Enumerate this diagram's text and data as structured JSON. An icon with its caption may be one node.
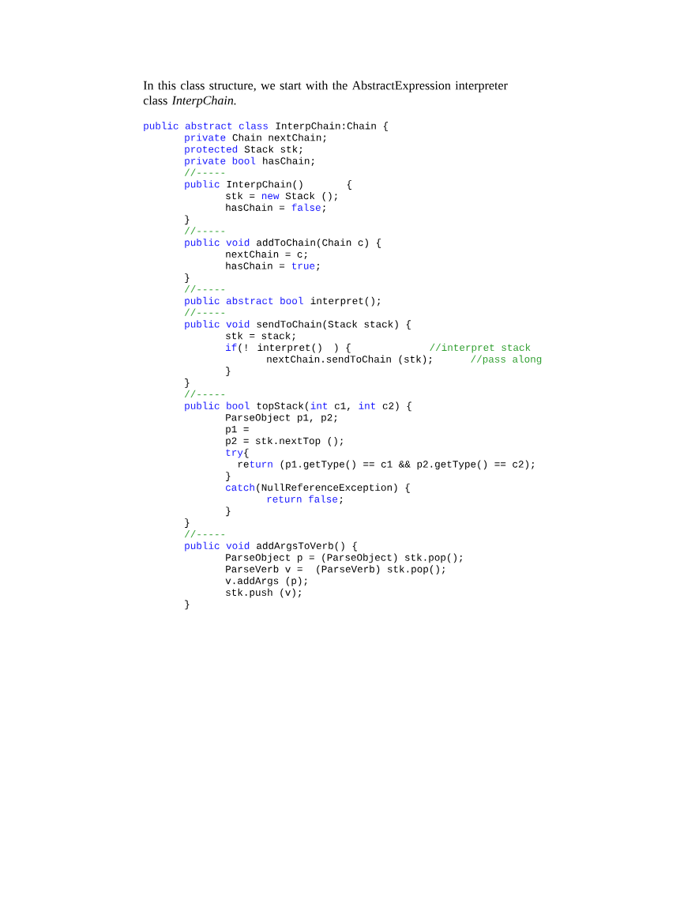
{
  "diagram": {
    "labels": [
      "In this class structure, we start with the AbstractExpression interpreter class *InterpChain.*",
      "public abstract class",
      "InterpChain:Chain {",
      "private",
      "Chain nextChain;",
      "protected",
      "Stack stk;",
      "private bool",
      "hasChain;",
      "//-----",
      "public",
      "InterpChain()",
      "{",
      "stk =",
      "new",
      "Stack ();",
      "hasChain =",
      "false",
      ";",
      "}",
      "//-----",
      "public void",
      "addToChain(Chain c) {",
      "nextChain = c;",
      "hasChain =",
      "true",
      ";",
      "}",
      "//-----",
      "public abstract bool",
      "interpret();",
      "//-----",
      "public void",
      "sendToChain(Stack stack) {",
      "stk = stack;",
      "if",
      "(! interpret()",
      ") {",
      "//interpret stack",
      "nextChain.sendToChain (stk);",
      "//pass along",
      "}",
      "}",
      "//-----",
      "public bool",
      "topStack(",
      "int",
      "c1,",
      "int",
      "c2) {",
      "ParseObject p1, p2;",
      "p1 =",
      "p2 = stk.nextTop ();",
      "try",
      "{",
      "re",
      "turn",
      "(p1.getType() == c1 && p2.getType() == c2);",
      "}",
      "catch",
      "(NullReferenceException) {",
      "return false",
      ";",
      "}",
      "}",
      "//-----",
      "public void",
      "addArgsToVerb() {",
      "ParseObject p = (ParseObject) stk.pop();",
      "ParseVerb v =",
      "(ParseVerb) stk.pop();",
      "v.addArgs (p);",
      "stk.push (v);",
      "}"
    ]
  }
}
